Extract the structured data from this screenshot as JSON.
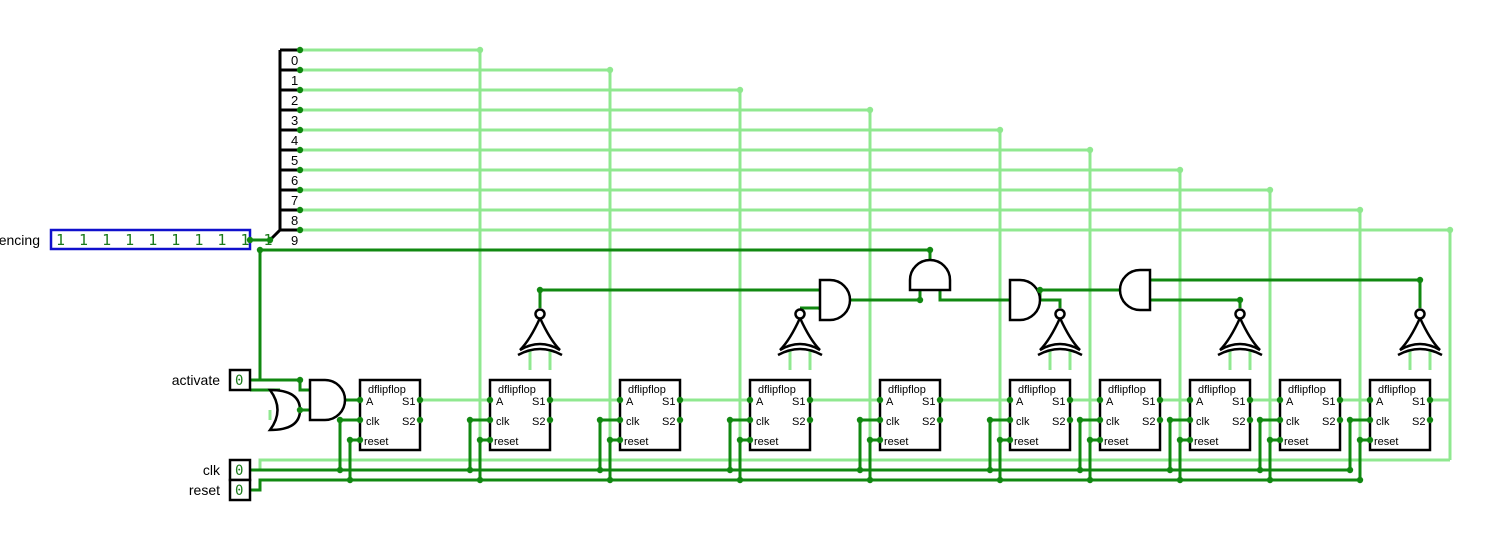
{
  "colors": {
    "wire_active": "#118811",
    "wire_inactive": "#90e890",
    "component_stroke": "#000000",
    "pin_box": "#1010cc",
    "value_text": "#1a7a1a"
  },
  "inputs": {
    "encoding": {
      "label": "encing",
      "value": "1 1 1 1 1 1 1 1 1 1"
    },
    "activate": {
      "label": "activate",
      "value": "0"
    },
    "clk": {
      "label": "clk",
      "value": "0"
    },
    "reset": {
      "label": "reset",
      "value": "0"
    }
  },
  "splitter_bits": [
    "0",
    "1",
    "2",
    "3",
    "4",
    "5",
    "6",
    "7",
    "8",
    "9"
  ],
  "flipflop": {
    "title": "dflipflop",
    "pin_a": "A",
    "pin_clk": "clk",
    "pin_reset": "reset",
    "pin_s1": "S1",
    "pin_s2": "S2"
  },
  "flipflop_count": 10,
  "icons": [
    "or-gate-icon",
    "and-gate-icon",
    "xnor-gate-icon"
  ]
}
